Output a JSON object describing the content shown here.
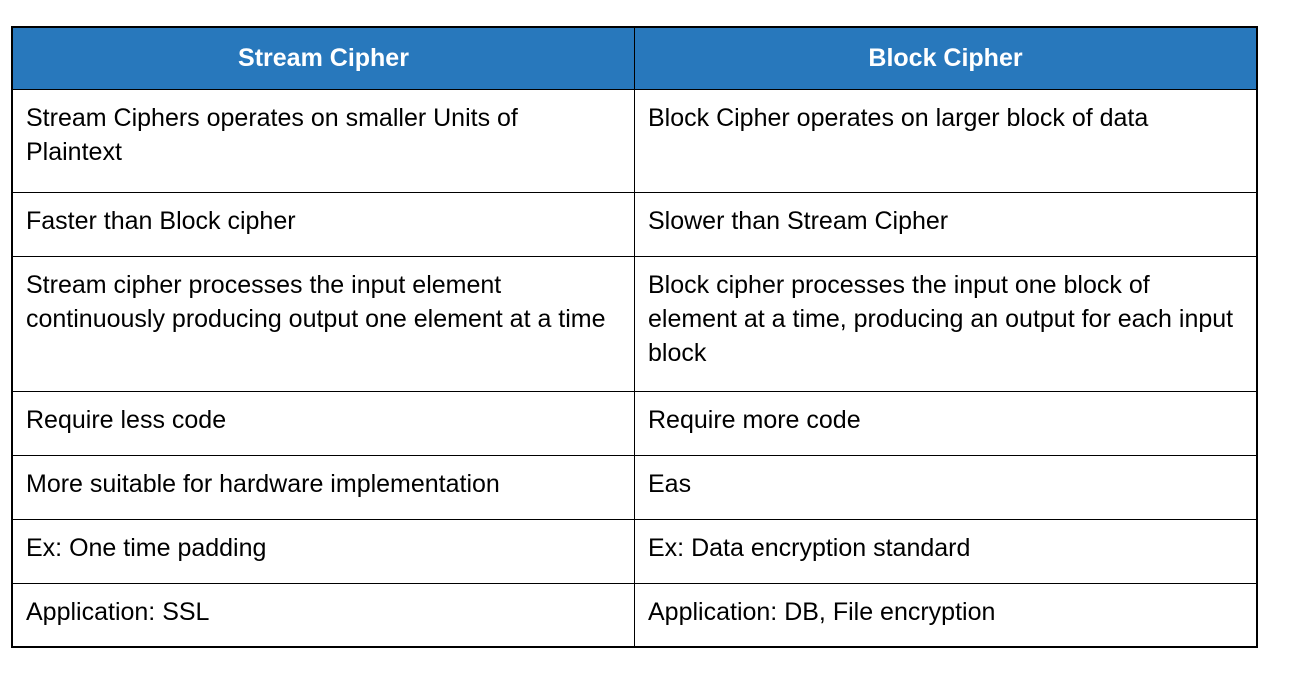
{
  "table": {
    "columns": [
      {
        "label": "Stream Cipher"
      },
      {
        "label": "Block Cipher"
      }
    ],
    "rows": [
      {
        "left": "Stream Ciphers operates on smaller Units of Plaintext",
        "right": "Block Cipher operates on larger block of data"
      },
      {
        "left": "Faster than Block cipher",
        "right": "Slower than Stream Cipher"
      },
      {
        "left": "Stream cipher processes the input element continuously producing output one element at a time",
        "right": "Block cipher processes the input one block of element at a time, producing an output for each input block"
      },
      {
        "left": "Require less code",
        "right": "Require more code"
      },
      {
        "left": "More suitable for hardware implementation",
        "right": "Eas"
      },
      {
        "left": "Ex: One time padding",
        "right": "Ex: Data encryption standard"
      },
      {
        "left": "Application: SSL",
        "right": "Application: DB, File encryption"
      }
    ],
    "colors": {
      "header_bg": "#2878BC",
      "header_text": "#FFFFFF",
      "border": "#000000"
    }
  }
}
